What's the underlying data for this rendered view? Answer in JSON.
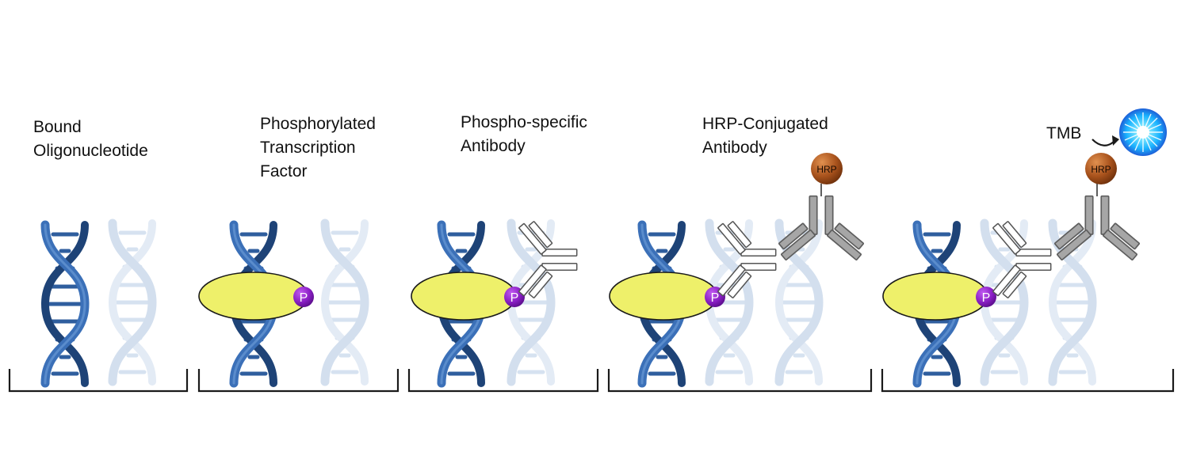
{
  "steps": [
    {
      "label_lines": [
        "Bound",
        "Oligonucleotide"
      ],
      "components": [
        "dna-helix-icon"
      ]
    },
    {
      "label_lines": [
        "Phosphorylated",
        "Transcription",
        "Factor"
      ],
      "components": [
        "dna-helix-icon",
        "transcription-factor-icon",
        "phospho-group-icon"
      ],
      "phospho_label": "P"
    },
    {
      "label_lines": [
        "Phospho-specific",
        "Antibody"
      ],
      "components": [
        "dna-helix-icon",
        "transcription-factor-icon",
        "phospho-group-icon",
        "primary-antibody-icon"
      ],
      "phospho_label": "P"
    },
    {
      "label_lines": [
        "HRP-Conjugated",
        "Antibody"
      ],
      "components": [
        "dna-helix-icon",
        "transcription-factor-icon",
        "phospho-group-icon",
        "primary-antibody-icon",
        "secondary-antibody-icon",
        "hrp-enzyme-icon"
      ],
      "phospho_label": "P",
      "hrp_label": "HRP"
    },
    {
      "label_lines": [],
      "components": [
        "dna-helix-icon",
        "transcription-factor-icon",
        "phospho-group-icon",
        "primary-antibody-icon",
        "secondary-antibody-icon",
        "hrp-enzyme-icon",
        "tmb-arrow-icon",
        "signal-burst-icon"
      ],
      "phospho_label": "P",
      "hrp_label": "HRP",
      "substrate_label": "TMB"
    }
  ],
  "colors": {
    "dna_strand": "#2f5e9e",
    "dna_strand_dark": "#1e4377",
    "dna_faded": "#d6e2f0",
    "transcription_factor": "#eef06a",
    "phospho": "#8a1fc4",
    "antibody_white": "#ffffff",
    "antibody_gray": "#a6a6a6",
    "hrp": "#a8521c",
    "signal": "#1ab3ff",
    "well_line": "#1a1a1a"
  }
}
